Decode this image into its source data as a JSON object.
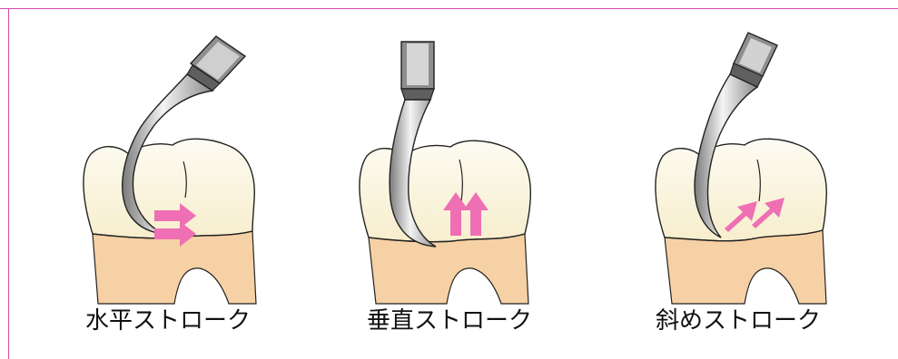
{
  "panels": [
    {
      "caption": "水平ストローク",
      "stroke": "horizontal",
      "arrow_icon": "right-arrows-icon"
    },
    {
      "caption": "垂直ストローク",
      "stroke": "vertical",
      "arrow_icon": "up-arrows-icon"
    },
    {
      "caption": "斜めストローク",
      "stroke": "oblique",
      "arrow_icon": "diagonal-arrows-icon"
    }
  ],
  "colors": {
    "frame": "#d64aa8",
    "tooth_crown": "#fbf6e6",
    "gum": "#f6d1a5",
    "arrow": "#ef6fb4",
    "instrument_light": "#e9e9e9",
    "instrument_dark": "#6e6e6e"
  }
}
